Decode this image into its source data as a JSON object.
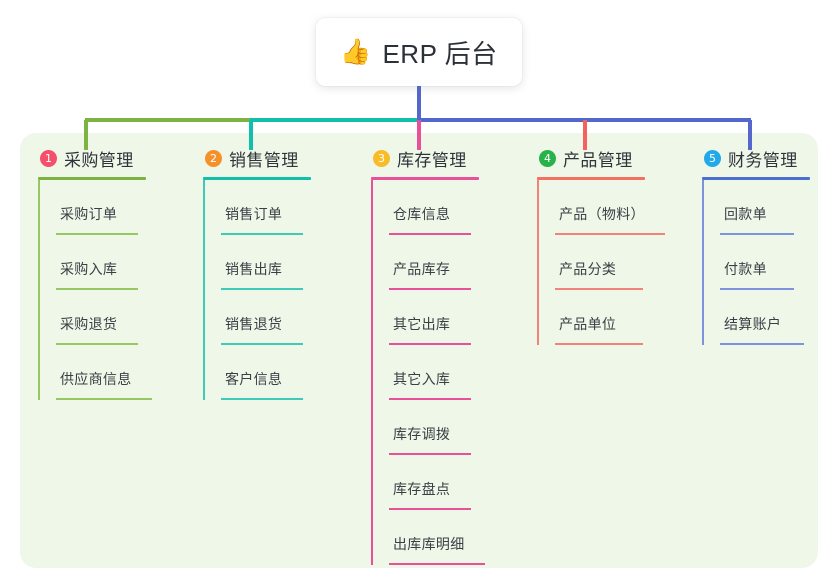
{
  "page": {
    "background": "#ffffff",
    "panel_background": "#eff7e9"
  },
  "title": {
    "icon": "thumbs-up-icon",
    "emoji": "👍",
    "text": "ERP 后台"
  },
  "connector": {
    "stem_color": "#5566cc",
    "segment_colors": [
      "#7cb342",
      "#12bfa8",
      "#5566cc"
    ],
    "drop_colors": [
      "#7cb342",
      "#12bfa8",
      "#e8509a",
      "#f4615e",
      "#5566cc"
    ]
  },
  "columns": [
    {
      "index": "1",
      "badge_color": "#f4506b",
      "title": "采购管理",
      "rule_color": "#7cb342",
      "line_color": "#96c763",
      "items": [
        {
          "label": "采购订单"
        },
        {
          "label": "采购入库"
        },
        {
          "label": "采购退货"
        },
        {
          "label": "供应商信息"
        }
      ]
    },
    {
      "index": "2",
      "badge_color": "#f5912b",
      "title": "销售管理",
      "rule_color": "#12bfa8",
      "line_color": "#3fc9b8",
      "items": [
        {
          "label": "销售订单"
        },
        {
          "label": "销售出库"
        },
        {
          "label": "销售退货"
        },
        {
          "label": "客户信息"
        }
      ]
    },
    {
      "index": "3",
      "badge_color": "#f8bc28",
      "title": "库存管理",
      "rule_color": "#e8509a",
      "line_color": "#e8509a",
      "items": [
        {
          "label": "仓库信息"
        },
        {
          "label": "产品库存"
        },
        {
          "label": "其它出库"
        },
        {
          "label": "其它入库"
        },
        {
          "label": "库存调拨"
        },
        {
          "label": "库存盘点"
        },
        {
          "label": "出库库明细"
        }
      ]
    },
    {
      "index": "4",
      "badge_color": "#27b34a",
      "title": "产品管理",
      "rule_color": "#f4705f",
      "line_color": "#f4827a",
      "items": [
        {
          "label": "产品（物料）"
        },
        {
          "label": "产品分类"
        },
        {
          "label": "产品单位"
        }
      ]
    },
    {
      "index": "5",
      "badge_color": "#23a9e8",
      "title": "财务管理",
      "rule_color": "#4a6fd0",
      "line_color": "#7d94dd",
      "items": [
        {
          "label": "回款单"
        },
        {
          "label": "付款单"
        },
        {
          "label": "结算账户"
        }
      ]
    }
  ]
}
